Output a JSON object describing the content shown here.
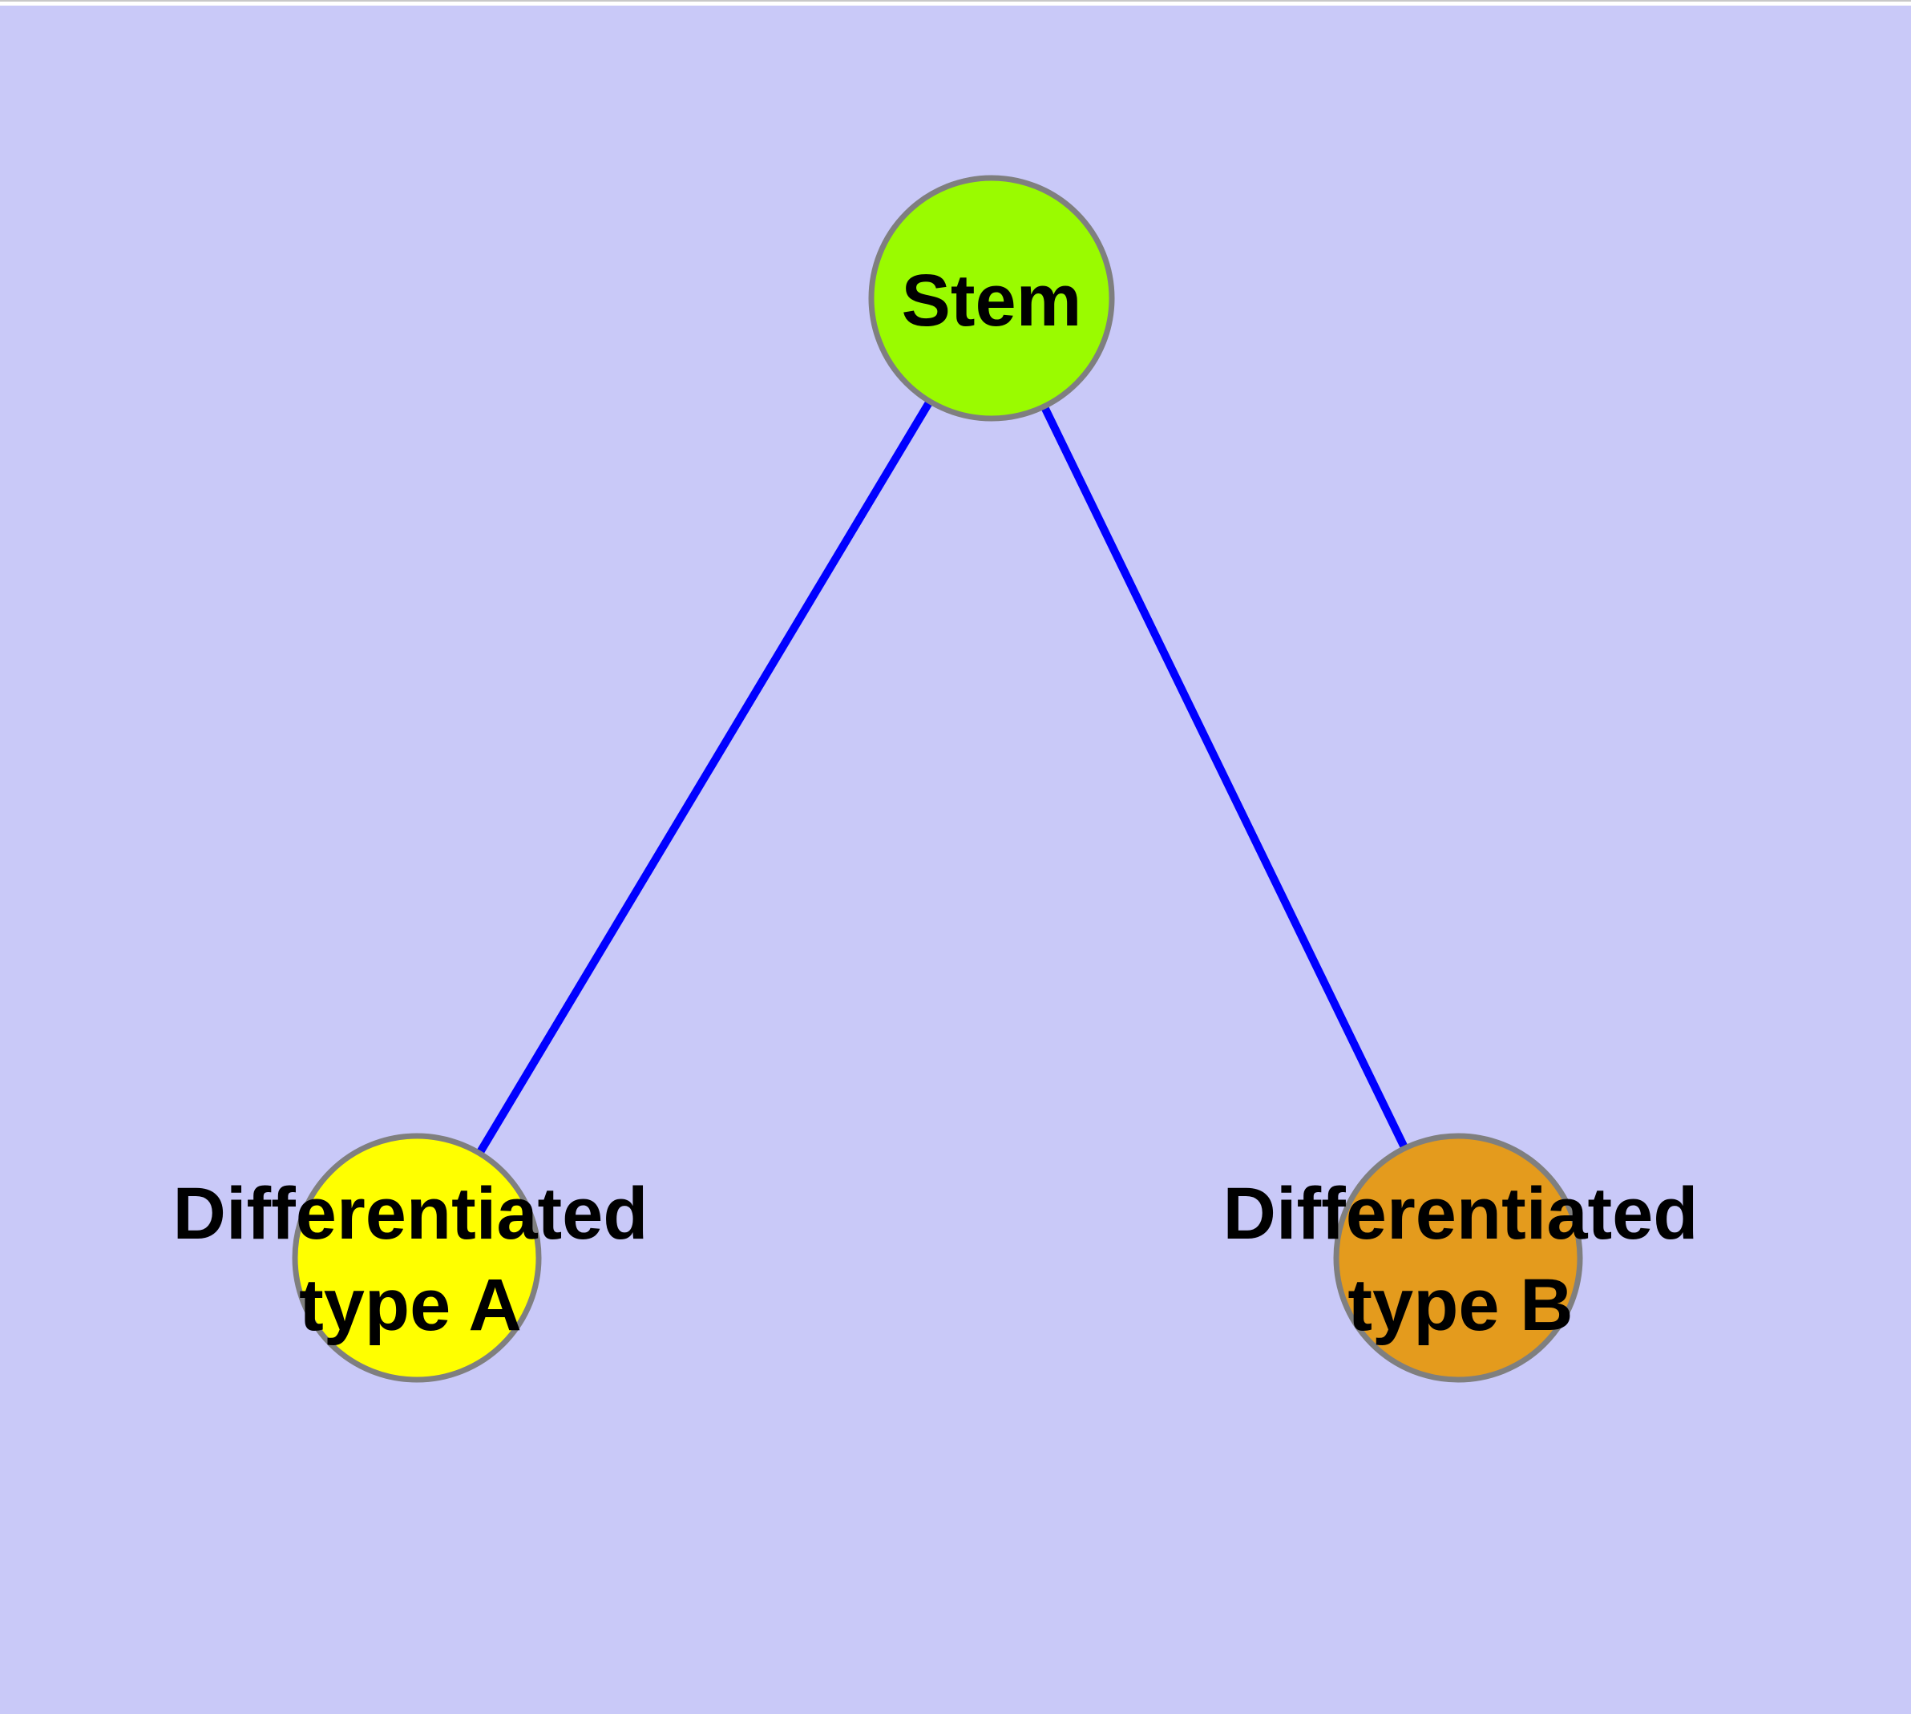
{
  "canvas": {
    "background_color": "#C9C9F8",
    "top_strip_color": "#FFFFFF",
    "top_hairline_color": "#C8C8C8"
  },
  "diagram": {
    "type": "node-link-graph",
    "label_color": "#000000",
    "edge_color": "#0000FF",
    "node_border_color": "#7F7F7F",
    "nodes": [
      {
        "id": "stem",
        "label": "Stem",
        "label_lines": [
          "Stem"
        ],
        "color": "#9AFB00",
        "border_color": "#7F7F7F"
      },
      {
        "id": "differentiated-type-a",
        "label": "Differentiated type A",
        "label_lines": [
          "Differentiated",
          "type A"
        ],
        "color": "#FFFF00",
        "border_color": "#7F7F7F"
      },
      {
        "id": "differentiated-type-b",
        "label": "Differentiated type B",
        "label_lines": [
          "Differentiated",
          "type B"
        ],
        "color": "#E49B1D",
        "border_color": "#7F7F7F"
      }
    ],
    "edges": [
      {
        "from": "Stem",
        "to": "Differentiated type A"
      },
      {
        "from": "Stem",
        "to": "Differentiated type B"
      }
    ]
  }
}
